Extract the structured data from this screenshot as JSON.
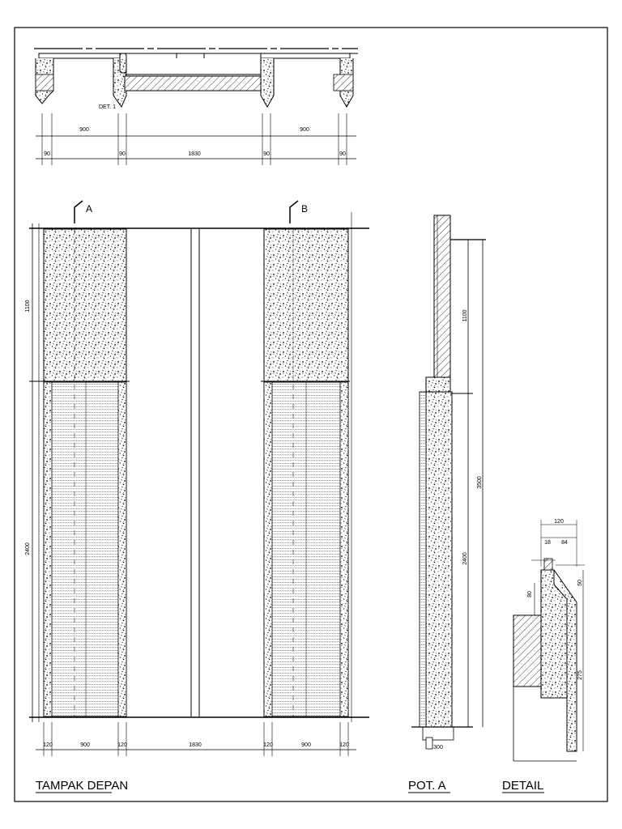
{
  "plan": {
    "dims_top": [
      "900",
      "900"
    ],
    "dims_bottom": [
      "90",
      "90",
      "1830",
      "90",
      "90"
    ],
    "det_label": "DET. 1"
  },
  "elevation": {
    "section_a": "A",
    "section_b": "B",
    "dim_upper": "1100",
    "dim_lower": "2400",
    "dims_bottom": [
      "120",
      "900",
      "120",
      "1830",
      "120",
      "900",
      "120"
    ],
    "title": "TAMPAK  DEPAN"
  },
  "section": {
    "dim_upper": "1100",
    "dim_lower": "2400",
    "dim_total": "3500",
    "dim_base": "300",
    "title": "POT.  A"
  },
  "detail": {
    "dim_width": "120",
    "dim_a": "18",
    "dim_b": "84",
    "dim_c": "80",
    "dim_d": "50",
    "dim_e": "275",
    "title": "DETAIL"
  }
}
